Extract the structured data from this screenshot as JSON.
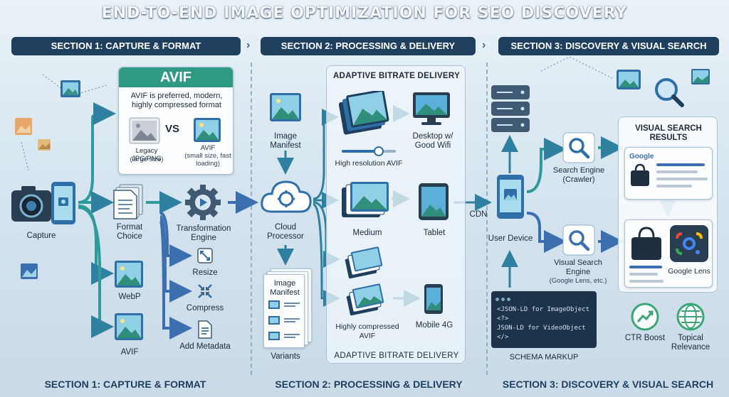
{
  "title": "END-TO-END IMAGE OPTIMIZATION FOR SEO DISCOVERY",
  "sections": {
    "s1": "SECTION 1: CAPTURE & FORMAT",
    "s2": "SECTION 2: PROCESSING & DELIVERY",
    "s3": "SECTION 3: DISCOVERY & VISUAL SEARCH"
  },
  "section1": {
    "avif_title": "AVIF",
    "avif_desc": "AVIF is preferred, modern, highly compressed format",
    "vs": "VS",
    "legacy_label": "Legacy JPG/PNG",
    "legacy_sub": "(large size)",
    "avif_label": "AVIF",
    "avif_sub": "(small size, fast loading)",
    "capture": "Capture",
    "format_choice": "Format Choice",
    "webp": "WebP",
    "avif_bottom": "AVIF",
    "transformation_engine": "Transformation Engine",
    "resize": "Resize",
    "compress": "Compress",
    "add_metadata": "Add Metadata"
  },
  "section2": {
    "image_manifest_top": "Image Manifest",
    "cloud_processor": "Cloud Processor",
    "image_manifest_doc": "Image Manifest",
    "variants": "Variants",
    "adaptive_title": "ADAPTIVE BITRATE DELIVERY",
    "high_res": "High resolution AVIF",
    "desktop": "Desktop w/ Good Wifi",
    "medium": "Medium",
    "tablet": "Tablet",
    "highly_compressed": "Highly compressed AVIF",
    "mobile": "Mobile 4G",
    "adaptive_bottom": "ADAPTIVE BITRATE DELIVERY",
    "cdn": "CDN"
  },
  "section3": {
    "user_device": "User Device",
    "search_engine": "Search Engine (Crawler)",
    "visual_search_engine": "Visual Search Engine",
    "visual_search_sub": "(Google Lens, etc.)",
    "code_lines": [
      "<JSON-LD for ImageObject",
      "<?>",
      "JSON-LD for VideoObject",
      "</>"
    ],
    "schema_markup": "SCHEMA MARKUP",
    "results_title": "VISUAL SEARCH RESULTS",
    "google": "Google",
    "google_lens": "Google Lens",
    "ctr_boost": "CTR Boost",
    "topical_relevance": "Topical Relevance"
  },
  "colors": {
    "navy": "#1f3f5f",
    "teal": "#2f9a83",
    "blue": "#2f6fa8",
    "accent_green": "#3aa676"
  }
}
